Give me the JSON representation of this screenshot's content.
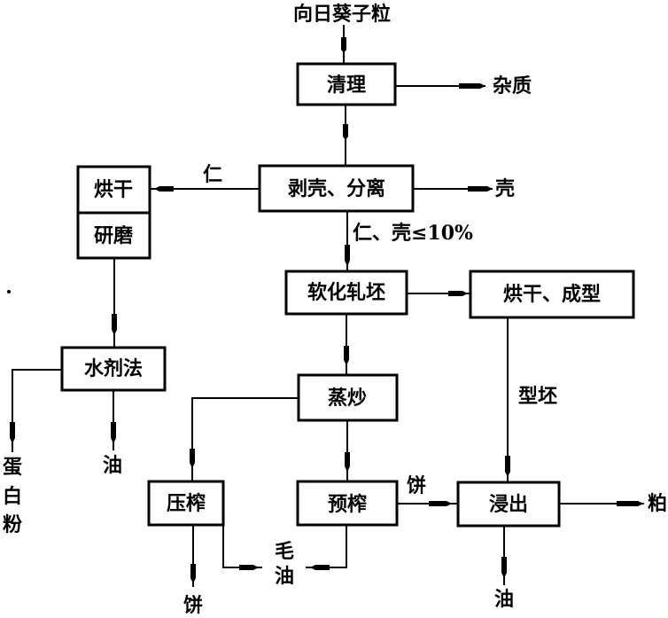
{
  "diagram": {
    "type": "process-flowchart",
    "title": "向日葵子粒",
    "nodes": {
      "cleaning": "清理",
      "dehulling": "剥壳、分离",
      "drying": "烘干",
      "grinding": "研磨",
      "softening_flaking": "软化轧坯",
      "drying_forming": "烘干、成型",
      "aqueous_method": "水剂法",
      "cooking": "蒸炒",
      "pressing": "压榨",
      "prepressing": "预榨",
      "extraction": "浸出"
    },
    "edge_labels": {
      "impurities": "杂质",
      "hulls": "壳",
      "kernel": "仁",
      "kernel_hull_ratio": "仁、壳≤10%",
      "formed_flakes": "型坯",
      "cake_to_extraction": "饼",
      "meal": "粕",
      "crude_oil_1": "毛",
      "crude_oil_2": "油",
      "cake_output": "饼",
      "oil_extraction": "油",
      "oil_aqueous": "油",
      "protein_1": "蛋",
      "protein_2": "白",
      "protein_3": "粉"
    },
    "edges": [
      {
        "from": "向日葵子粒",
        "to": "清理"
      },
      {
        "from": "清理",
        "to": "杂质"
      },
      {
        "from": "清理",
        "to": "剥壳、分离"
      },
      {
        "from": "剥壳、分离",
        "to": "壳"
      },
      {
        "from": "剥壳、分离",
        "to": "烘干",
        "label": "仁"
      },
      {
        "from": "剥壳、分离",
        "to": "软化轧坯",
        "label": "仁、壳≤10%"
      },
      {
        "from": "研磨",
        "to": "水剂法"
      },
      {
        "from": "水剂法",
        "to": "蛋白粉"
      },
      {
        "from": "水剂法",
        "to": "油"
      },
      {
        "from": "软化轧坯",
        "to": "烘干、成型"
      },
      {
        "from": "软化轧坯",
        "to": "蒸炒"
      },
      {
        "from": "烘干、成型",
        "to": "浸出",
        "label": "型坯"
      },
      {
        "from": "蒸炒",
        "to": "压榨"
      },
      {
        "from": "蒸炒",
        "to": "预榨"
      },
      {
        "from": "压榨",
        "to": "饼"
      },
      {
        "from": "压榨",
        "to": "毛油"
      },
      {
        "from": "预榨",
        "to": "毛油"
      },
      {
        "from": "预榨",
        "to": "浸出",
        "label": "饼"
      },
      {
        "from": "浸出",
        "to": "粕"
      },
      {
        "from": "浸出",
        "to": "油"
      }
    ]
  }
}
